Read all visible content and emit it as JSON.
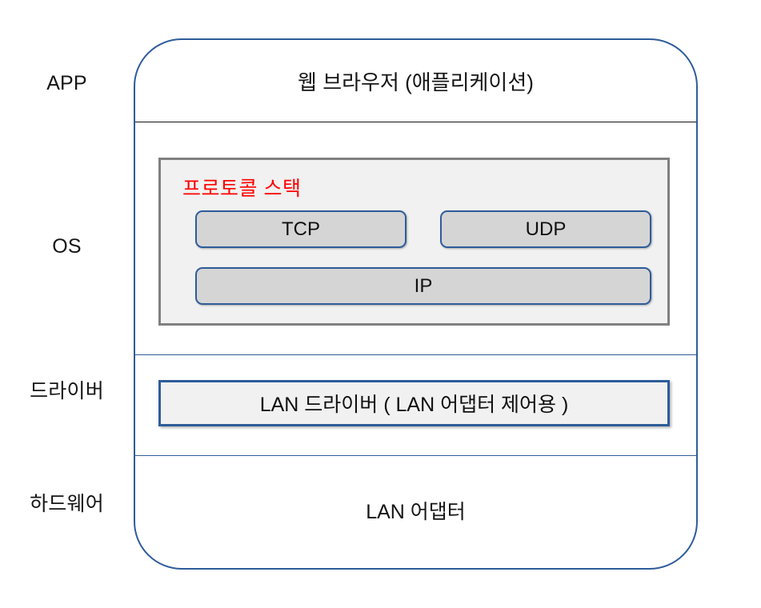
{
  "diagram": {
    "title_alt": "Network software stack layers",
    "colors": {
      "container_border": "#2E5C9A",
      "protocol_box_border": "#808080",
      "protocol_box_fill": "#F1F1F1",
      "proto_item_fill": "#D5D5D5",
      "accent_red": "#FF0000",
      "divider_app_os": "#111111",
      "text": "#151515"
    }
  },
  "layer_labels": [
    {
      "id": "app",
      "label": "APP"
    },
    {
      "id": "os",
      "label": "OS"
    },
    {
      "id": "driver",
      "label": "드라이버"
    },
    {
      "id": "hardware",
      "label": "하드웨어"
    }
  ],
  "app_band": {
    "title": "웹 브라우저 (애플리케이션)"
  },
  "os_band": {
    "protocol_stack": {
      "title": "프로토콜 스택",
      "boxes": [
        {
          "id": "tcp",
          "label": "TCP"
        },
        {
          "id": "udp",
          "label": "UDP"
        },
        {
          "id": "ip",
          "label": "IP"
        }
      ]
    }
  },
  "driver_band": {
    "box_label": "LAN 드라이버 ( LAN 어댑터 제어용 )"
  },
  "hardware_band": {
    "title": "LAN 어댑터"
  }
}
